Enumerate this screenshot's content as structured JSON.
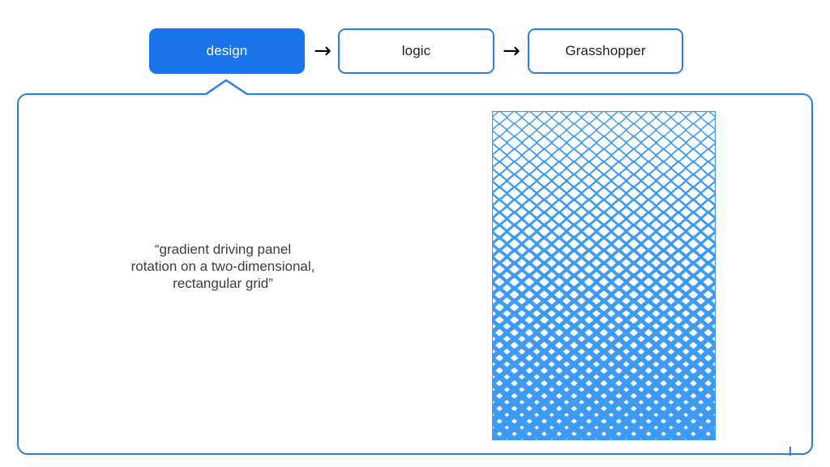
{
  "flow": {
    "steps": [
      {
        "label": "design",
        "state": "active"
      },
      {
        "label": "logic",
        "state": "inactive"
      },
      {
        "label": "Grasshopper",
        "state": "inactive"
      }
    ],
    "arrows": [
      "→",
      "→"
    ]
  },
  "callout": {
    "quote": "“gradient driving panel\nrotation on a two-dimensional,\nrectangular grid”"
  },
  "colors": {
    "accent_fill": "#1A73E8",
    "accent_border": "#2B7DE9",
    "pattern_blue": "#3D9AF5",
    "panel_background": "#FFFFFF",
    "text_dark": "#3C3C3C",
    "text_on_accent": "#FFFFFF",
    "arrow": "#000000"
  },
  "chart_data": {
    "type": "heatmap",
    "title": "gradient driving panel rotation on a two-dimensional, rectangular grid",
    "description": "Rectangular grid of diamond (rotated square) panels. Panel aperture closes along a vertical gradient: thin outlines at the top row, nearly solid fill with small diamond openings at the bottom row.",
    "columns": 15,
    "rows": 26,
    "cell_width": 18.4,
    "cell_height": 15.6,
    "stroke_min": 1.4,
    "stroke_max": 8.2,
    "gradient_axis": "y",
    "gradient_from": 0.0,
    "gradient_to": 1.0,
    "stroke_color": "#3D9AF5",
    "background": "#FFFFFF",
    "grid": true,
    "xlabel": "",
    "ylabel": ""
  }
}
